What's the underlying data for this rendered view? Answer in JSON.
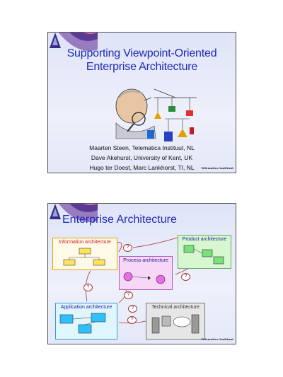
{
  "slide1": {
    "title_line1": "Supporting Viewpoint-Oriented",
    "title_line2": "Enterprise Architecture",
    "authors": [
      "Maarten Steen, Telematica Instituut, NL",
      "Dave Akehurst, University of Kent, UK",
      "Hugo ter Doest, Marc Lankhorst, TI, NL"
    ],
    "logo_text": "Telematica Instituut"
  },
  "slide2": {
    "title": "Enterprise Architecture",
    "boxes": {
      "information": "Information architecture",
      "product": "Product architecture",
      "process": "Process architecture",
      "application": "Application architecture",
      "technical": "Technical architecture"
    },
    "question_mark": "?",
    "logo_text": "Telematica Instituut"
  },
  "colors": {
    "title_blue": "#1f2bb8",
    "information_border": "#e8a000",
    "information_label": "#c62020",
    "product_bg": "#d6f7cf",
    "process_bg": "#f7d7f7",
    "application_label": "#1a1a9a",
    "technical_bg": "#e6e6e6"
  }
}
